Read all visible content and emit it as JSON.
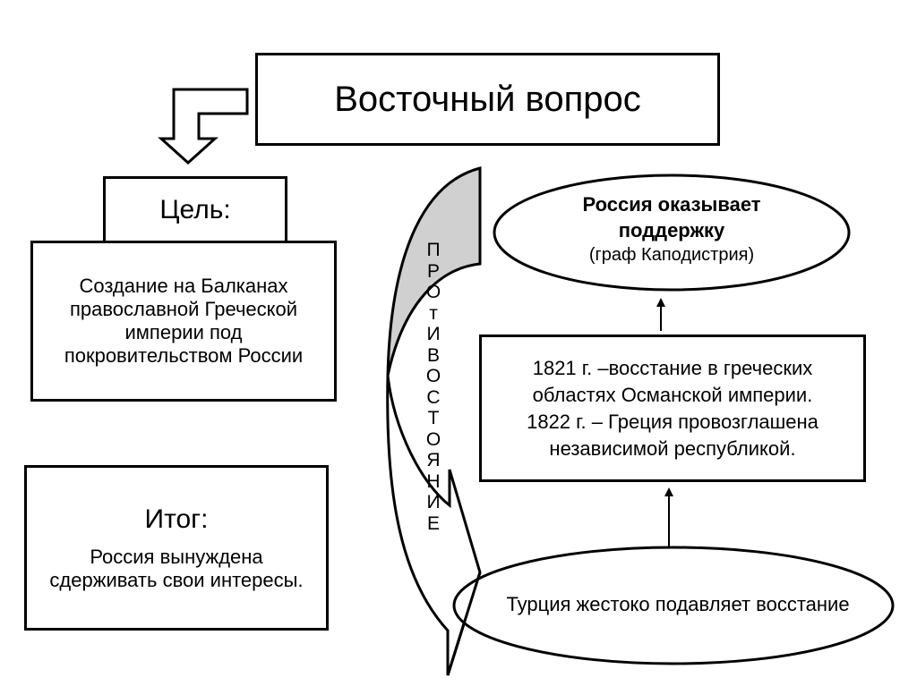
{
  "diagram": {
    "title": "Восточный вопрос",
    "goal": {
      "label": "Цель:",
      "text_lines": [
        "Создание на Балканах",
        "православной Греческой",
        "империи под",
        "покровительством России"
      ]
    },
    "result": {
      "label": "Итог:",
      "text_lines": [
        "Россия вынуждена",
        "сдерживать свои интересы."
      ]
    },
    "opposition_vertical_text": [
      "П",
      "Р",
      "О",
      "т",
      "И",
      "В",
      "О",
      "С",
      "Т",
      "О",
      "Я",
      "Н",
      "И",
      "Е"
    ],
    "russia_support": {
      "bold_lines": [
        "Россия оказывает",
        "поддержку"
      ],
      "note": "(граф Каподистрия)"
    },
    "events": {
      "text_lines": [
        "1821 г. –восстание в греческих",
        "областях Османской империи.",
        "1822 г. – Греция провозглашена",
        "независимой республикой."
      ]
    },
    "turkey": {
      "text": "Турция жестоко подавляет восстание"
    },
    "colors": {
      "stroke": "#000000",
      "fill_gray": "#d0d0d0",
      "background": "#ffffff"
    }
  }
}
